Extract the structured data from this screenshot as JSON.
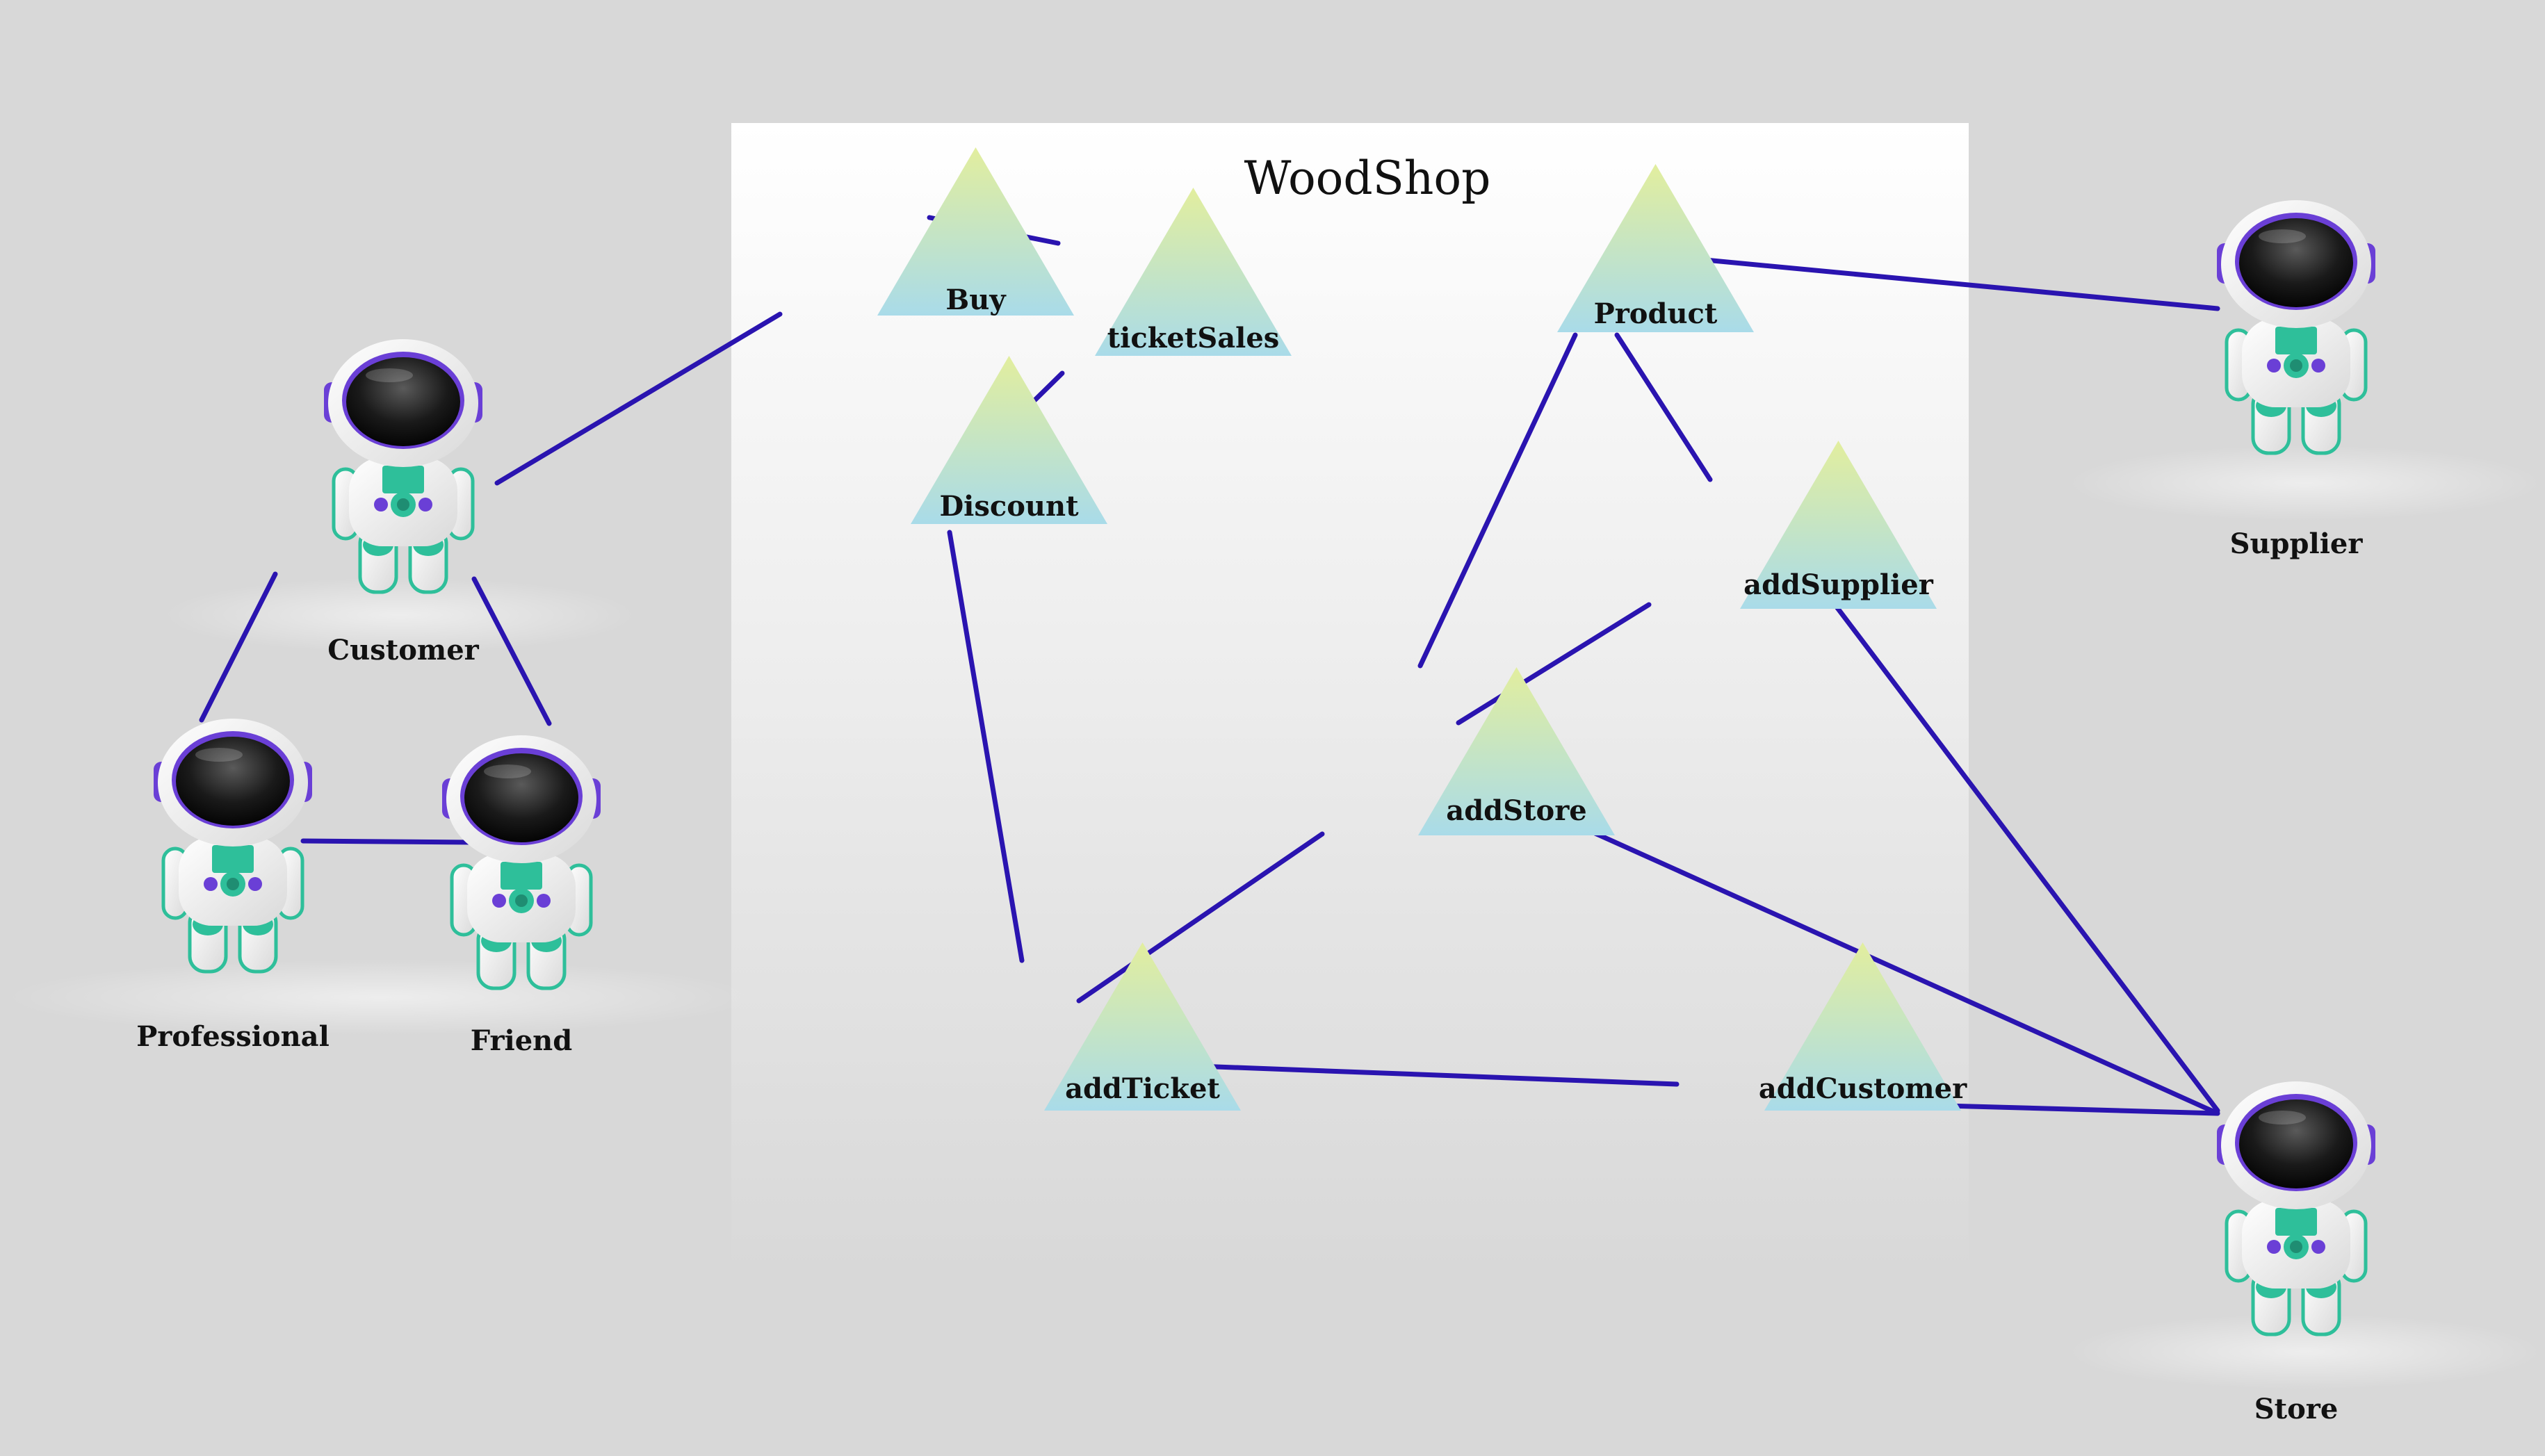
{
  "system": {
    "title": "WoodShop"
  },
  "actors": [
    {
      "id": "customer",
      "label": "Customer"
    },
    {
      "id": "professional",
      "label": "Professional"
    },
    {
      "id": "friend",
      "label": "Friend"
    },
    {
      "id": "supplier",
      "label": "Supplier"
    },
    {
      "id": "store",
      "label": "Store"
    }
  ],
  "use_cases": [
    {
      "id": "buy",
      "label": "Buy"
    },
    {
      "id": "ticketsales",
      "label": "ticketSales"
    },
    {
      "id": "discount",
      "label": "Discount"
    },
    {
      "id": "product",
      "label": "Product"
    },
    {
      "id": "addsupplier",
      "label": "addSupplier"
    },
    {
      "id": "addstore",
      "label": "addStore"
    },
    {
      "id": "addticket",
      "label": "addTicket"
    },
    {
      "id": "addcustomer",
      "label": "addCustomer"
    }
  ],
  "associations": [
    [
      "customer",
      "buy"
    ],
    [
      "customer",
      "professional"
    ],
    [
      "customer",
      "friend"
    ],
    [
      "professional",
      "friend"
    ],
    [
      "buy",
      "ticketsales"
    ],
    [
      "ticketsales",
      "discount"
    ],
    [
      "discount",
      "addticket"
    ],
    [
      "addticket",
      "addstore"
    ],
    [
      "addticket",
      "addcustomer"
    ],
    [
      "addcustomer",
      "store"
    ],
    [
      "product",
      "supplier"
    ],
    [
      "product",
      "addstore"
    ],
    [
      "product",
      "addsupplier"
    ],
    [
      "addsupplier",
      "addstore"
    ],
    [
      "addsupplier",
      "store"
    ],
    [
      "addstore",
      "store"
    ]
  ],
  "colors": {
    "line": "#2a14b0",
    "triangle_top": "#e2ee9e",
    "triangle_bottom": "#a9dbe9",
    "suit_accent": "#2ebf9a",
    "suit_purple": "#6a3fd6"
  }
}
